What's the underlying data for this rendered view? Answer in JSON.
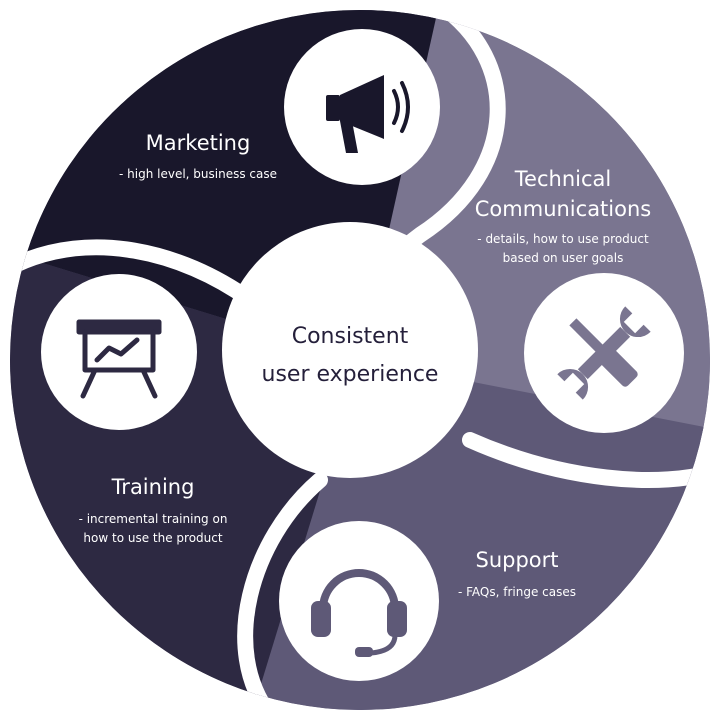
{
  "center": {
    "line1": "Consistent",
    "line2": "user experience"
  },
  "segments": [
    {
      "id": "marketing",
      "title_lines": [
        "Marketing"
      ],
      "desc_lines": [
        "- high level, business case"
      ],
      "icon": "megaphone-icon",
      "color": "#19172b"
    },
    {
      "id": "technical-communications",
      "title_lines": [
        "Technical",
        "Communications"
      ],
      "desc_lines": [
        "- details, how to use product",
        "based on user goals"
      ],
      "icon": "wrench-screwdriver-icon",
      "color": "#7a7590"
    },
    {
      "id": "support",
      "title_lines": [
        "Support"
      ],
      "desc_lines": [
        "- FAQs, fringe cases"
      ],
      "icon": "headset-icon",
      "color": "#5e5977"
    },
    {
      "id": "training",
      "title_lines": [
        "Training"
      ],
      "desc_lines": [
        "- incremental training on",
        "how to use the product"
      ],
      "icon": "presentation-board-icon",
      "color": "#2d2942"
    }
  ],
  "colors": {
    "center_text": "#241f3a",
    "background": "#ffffff"
  }
}
